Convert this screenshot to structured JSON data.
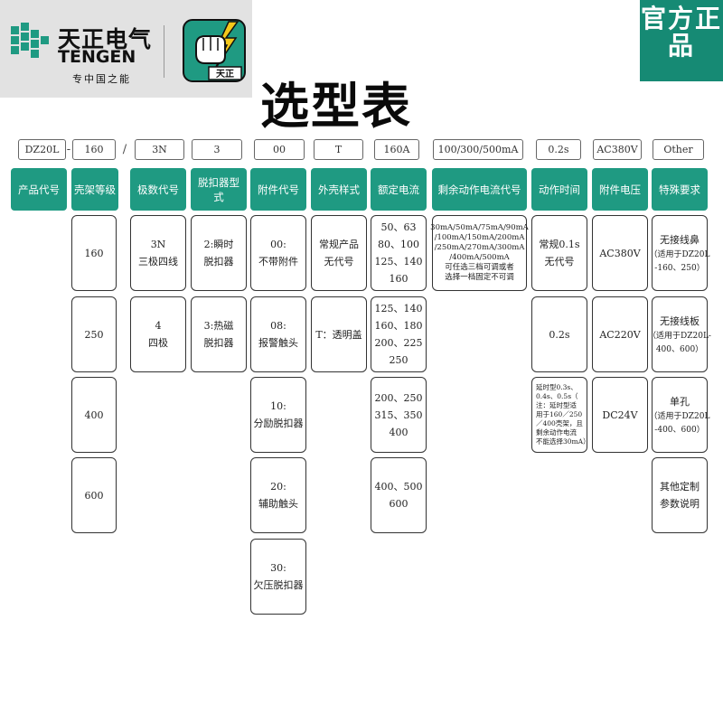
{
  "brand": {
    "name_cn": "天正电气",
    "name_en": "TENGEN",
    "slogan": "专中国之能",
    "mascot_text": "天正",
    "badge": "官方正品",
    "accent": "#1f9a82"
  },
  "title": "选型表",
  "code_row": {
    "codes": [
      "DZ20L",
      "160",
      "3N",
      "3",
      "00",
      "T",
      "160A",
      "100/300/500mA",
      "0.2s",
      "AC380V",
      "Other"
    ],
    "separators": [
      "-",
      "/"
    ]
  },
  "headers": [
    "产品代号",
    "壳架等级",
    "极数代号",
    "脱扣器型式",
    "附件代号",
    "外壳样式",
    "额定电流",
    "剩余动作电流代号",
    "动作时间",
    "附件电压",
    "特殊要求"
  ],
  "options": {
    "frame": [
      "160",
      "250",
      "400",
      "600"
    ],
    "poles": [
      {
        "code": "3N",
        "desc": "三极四线"
      },
      {
        "code": "4",
        "desc": "四极"
      }
    ],
    "trip": [
      {
        "code": "2:瞬时",
        "desc": "脱扣器"
      },
      {
        "code": "3:热磁",
        "desc": "脱扣器"
      }
    ],
    "accessory": [
      {
        "code": "00:",
        "desc": "不带附件"
      },
      {
        "code": "08:",
        "desc": "报警触头"
      },
      {
        "code": "10:",
        "desc": "分励脱扣器"
      },
      {
        "code": "20:",
        "desc": "辅助触头"
      },
      {
        "code": "30:",
        "desc": "欠压脱扣器"
      }
    ],
    "shell": [
      {
        "line1": "常规产品",
        "line2": "无代号"
      },
      {
        "line1": "T：透明盖"
      }
    ],
    "current": [
      [
        "50、63",
        "80、100",
        "125、140",
        "160"
      ],
      [
        "125、140",
        "160、180",
        "200、225",
        "250"
      ],
      [
        "200、250",
        "315、350",
        "400"
      ],
      [
        "400、500",
        "600"
      ]
    ],
    "residual": [
      "30mA/50mA/75mA/90mA",
      "/100mA/150mA/200mA",
      "/250mA/270mA/300mA",
      "/400mA/500mA",
      "可任选三档可调或者",
      "选择一档固定不可调"
    ],
    "time": [
      {
        "line1": "常规0.1s",
        "line2": "无代号"
      },
      {
        "line1": "0.2s"
      },
      {
        "lines": [
          "延时型0.3s、",
          "0.4s、0.5s（",
          "注：延时型适",
          "用于160／250",
          "／400壳架，且",
          "剩余动作电流",
          "不能选择30mA）"
        ]
      }
    ],
    "voltage": [
      "AC380V",
      "AC220V",
      "DC24V"
    ],
    "special": [
      {
        "line1": "无接线鼻",
        "line2": "（适用于DZ20L",
        "line3": "-160、250）"
      },
      {
        "line1": "无接线板",
        "line2": "（适用于DZ20L-",
        "line3": "400、600）"
      },
      {
        "line1": "单孔",
        "line2": "（适用于DZ20L",
        "line3": "-400、600）"
      },
      {
        "line1": "其他定制",
        "line2": "参数说明"
      }
    ]
  }
}
